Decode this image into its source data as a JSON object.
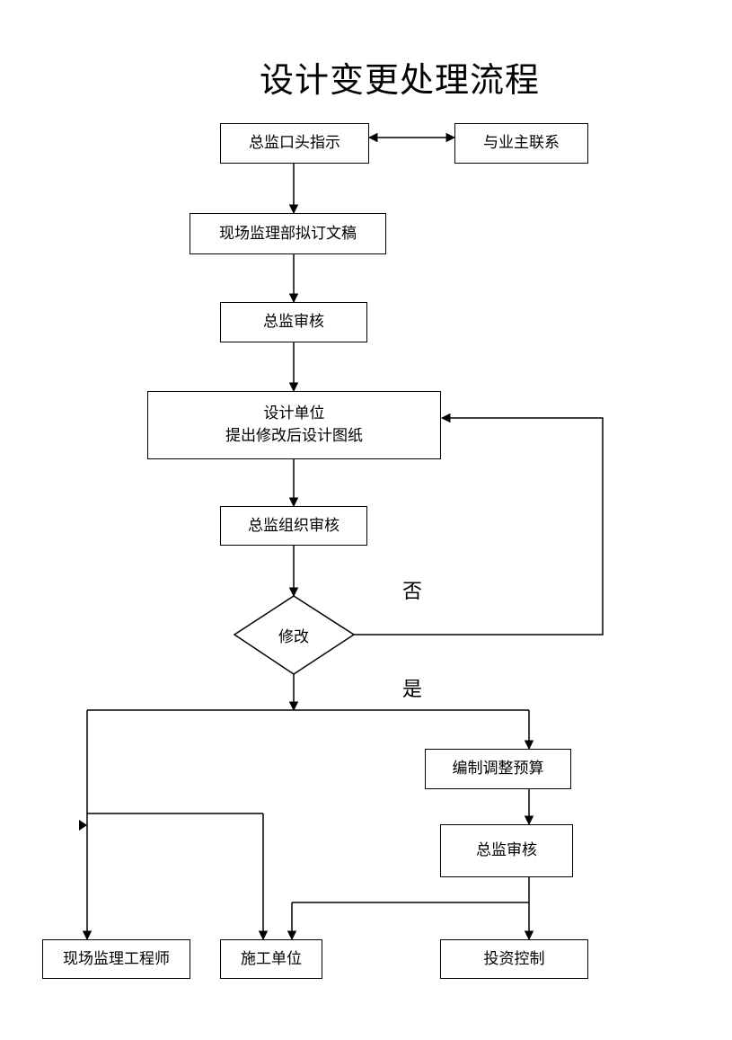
{
  "title": "设计变更处理流程",
  "nodes": {
    "chief_verbal": "总监口头指示",
    "contact_owner": "与业主联系",
    "site_draft": "现场监理部拟订文稿",
    "chief_review_1": "总监审核",
    "design_unit_line1": "设计单位",
    "design_unit_line2": "提出修改后设计图纸",
    "chief_org_review": "总监组织审核",
    "modify_decision": "修改",
    "budget": "编制调整预算",
    "chief_review_2": "总监审核",
    "site_engineer": "现场监理工程师",
    "construction_unit": "施工单位",
    "investment_control": "投资控制"
  },
  "labels": {
    "no": "否",
    "yes": "是"
  }
}
